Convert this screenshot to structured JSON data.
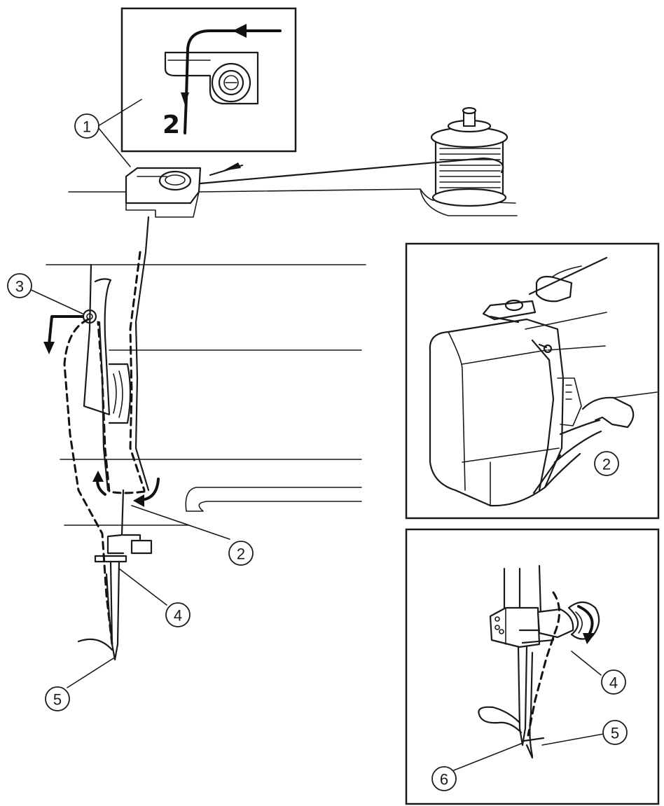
{
  "callouts": {
    "main_1": "1",
    "main_2": "2",
    "main_3": "3",
    "main_4": "4",
    "main_5": "5",
    "inset_side_2": "2",
    "inset_needle_4": "4",
    "inset_needle_5": "5",
    "inset_needle_6": "6"
  },
  "inset_guide": {
    "step_label": "2"
  },
  "icons": {
    "spool": "thread-spool-icon",
    "arrow": "arrow-icon"
  }
}
